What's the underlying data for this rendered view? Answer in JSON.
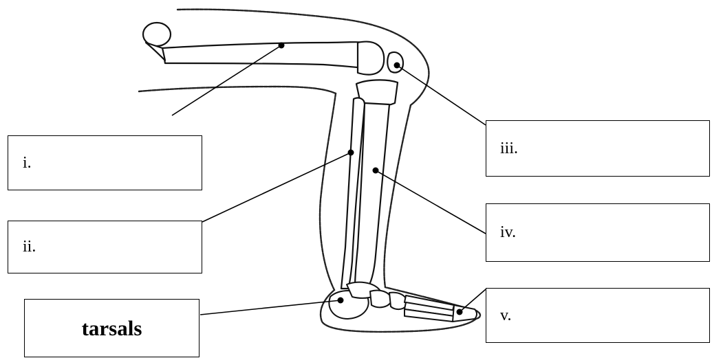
{
  "labels": {
    "i": "i.",
    "ii": "ii.",
    "iii": "iii.",
    "iv": "iv.",
    "v": "v.",
    "tarsals": "tarsals"
  },
  "colors": {
    "line": "#000000",
    "outline": "#222222",
    "background": "#ffffff"
  }
}
